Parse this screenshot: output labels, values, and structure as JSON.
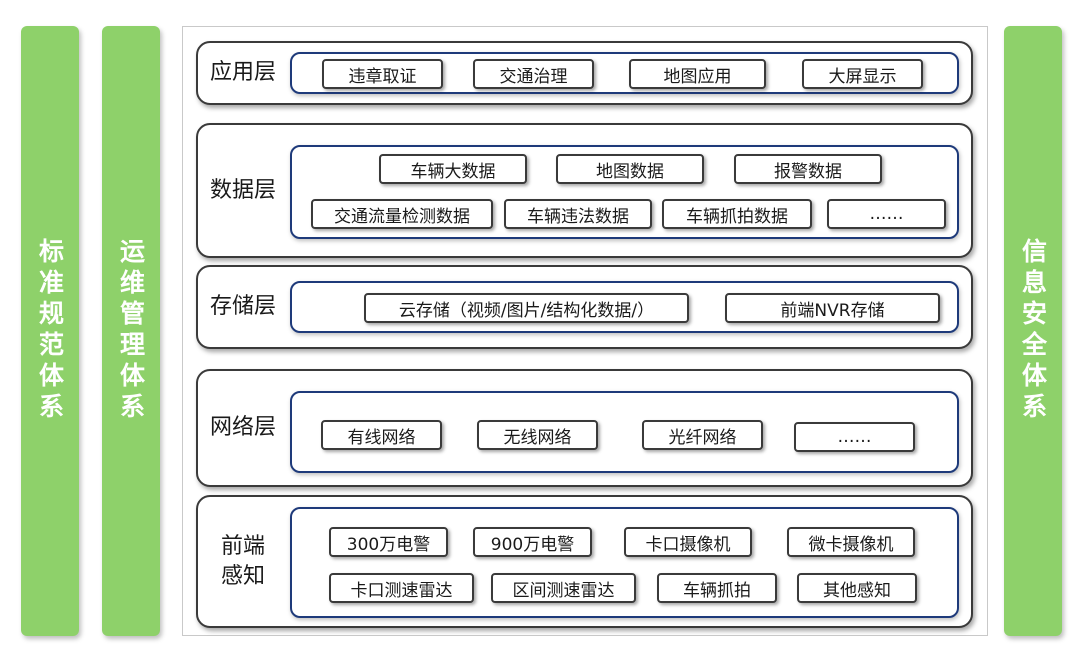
{
  "pillars": {
    "standards": "标准规范体系",
    "operations": "运维管理体系",
    "security": "信息安全体系"
  },
  "layers": {
    "application": {
      "label": "应用层",
      "items": [
        "违章取证",
        "交通治理",
        "地图应用",
        "大屏显示"
      ]
    },
    "data": {
      "label": "数据层",
      "items": [
        "车辆大数据",
        "地图数据",
        "报警数据",
        "交通流量检测数据",
        "车辆违法数据",
        "车辆抓拍数据",
        "……"
      ]
    },
    "storage": {
      "label": "存储层",
      "items": [
        "云存储（视频/图片/结构化数据/）",
        "前端NVR存储"
      ]
    },
    "network": {
      "label": "网络层",
      "items": [
        "有线网络",
        "无线网络",
        "光纤网络",
        "……"
      ]
    },
    "frontend": {
      "label": "前端感知",
      "items": [
        "300万电警",
        "900万电警",
        "卡口摄像机",
        "微卡摄像机",
        "卡口测速雷达",
        "区间测速雷达",
        "车辆抓拍",
        "其他感知"
      ]
    }
  },
  "colors": {
    "pillar": "#8ed16a",
    "inner_border": "#1e3a7a",
    "chip_border": "#3a3a3a"
  }
}
